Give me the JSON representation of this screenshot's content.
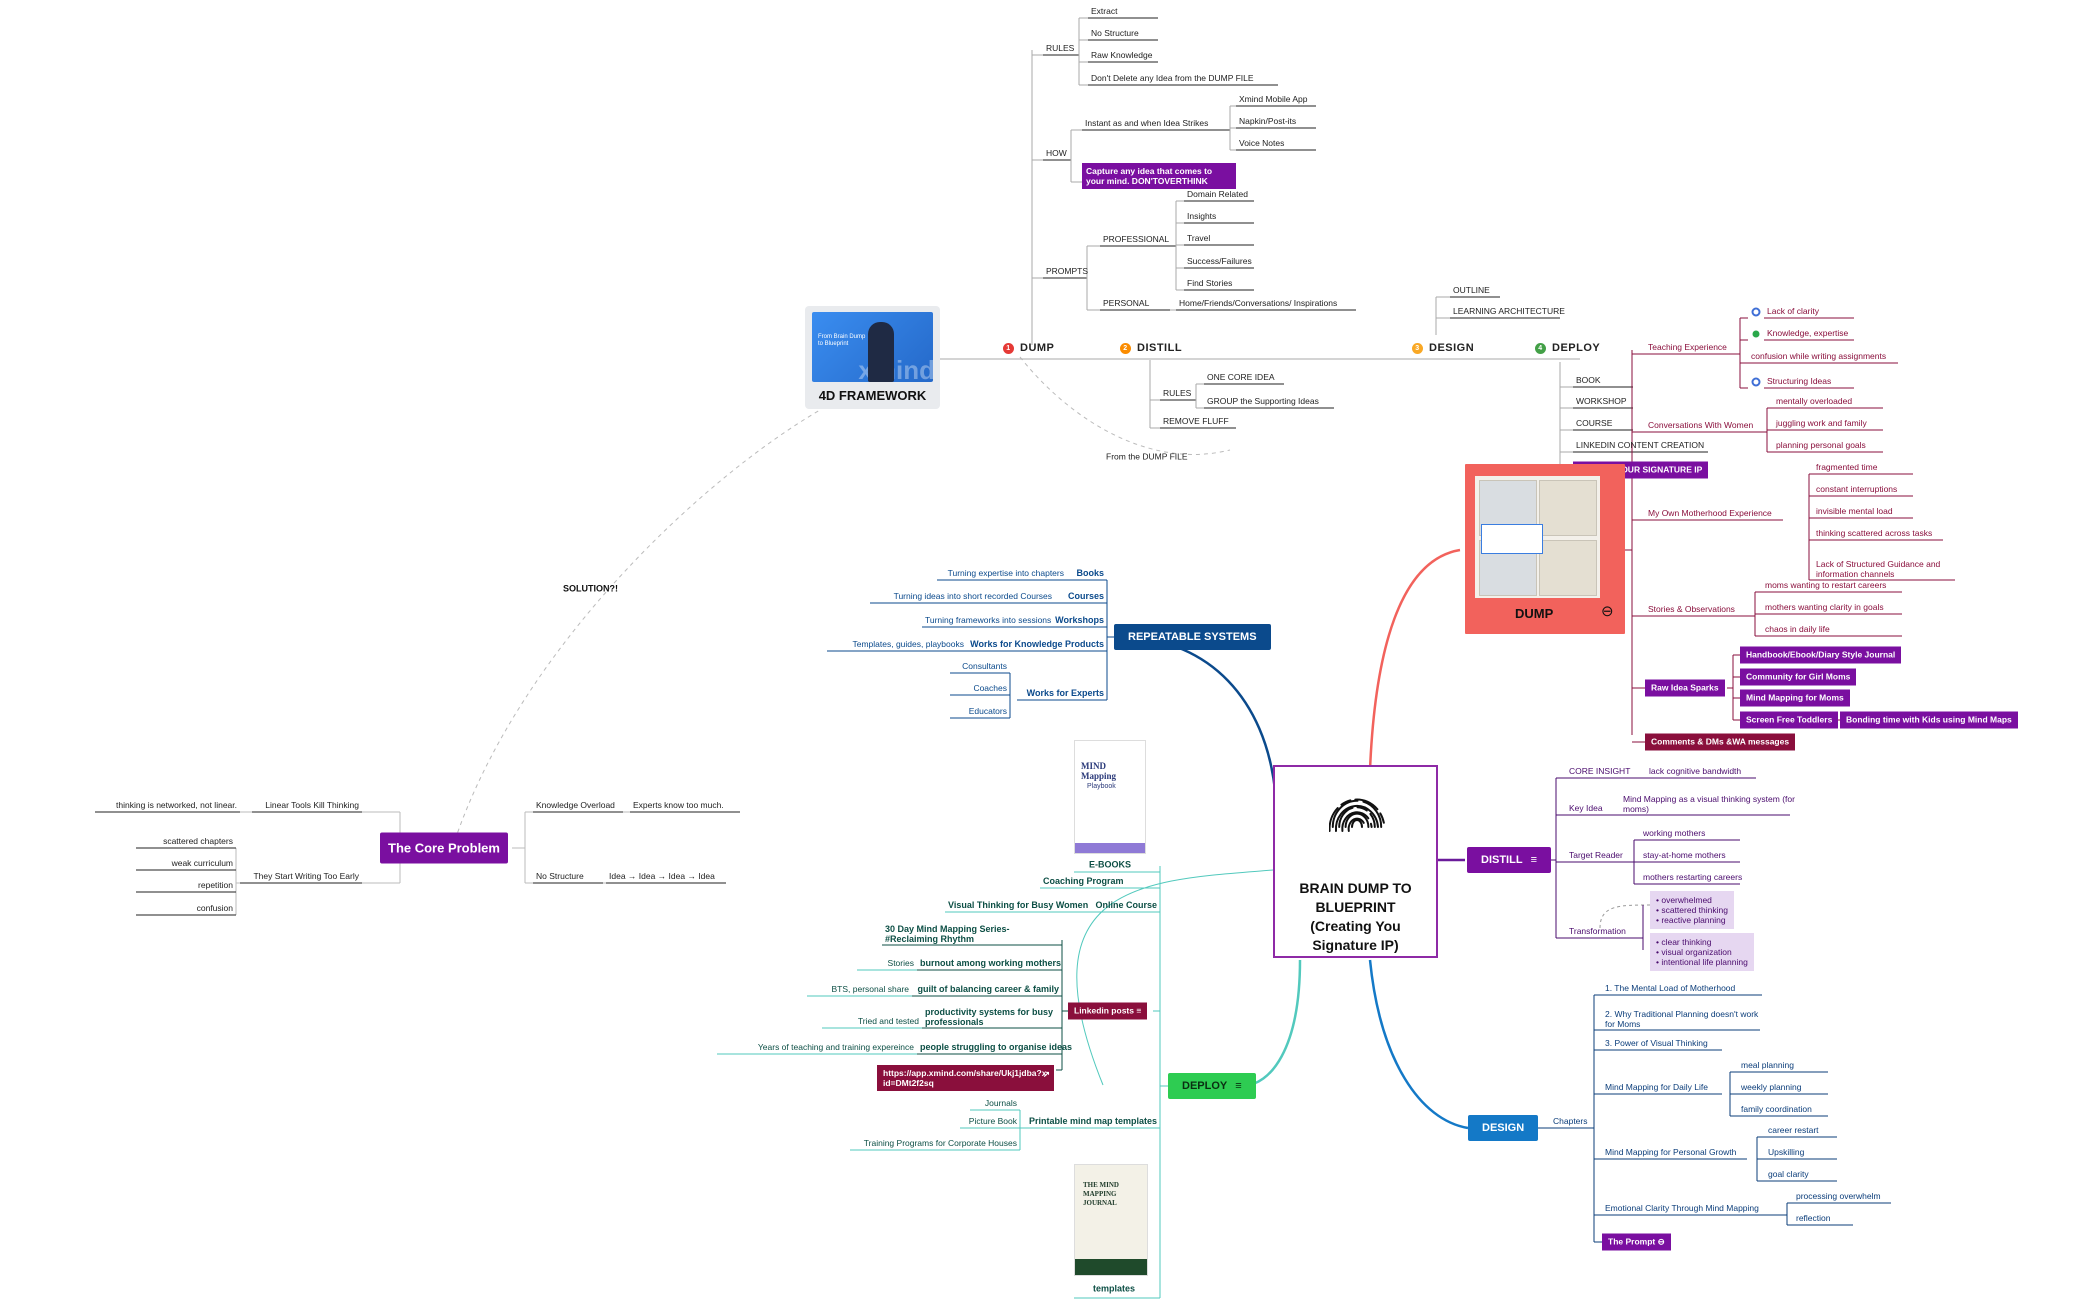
{
  "root": {
    "title": "BRAIN DUMP TO BLUEPRINT (Creating You Signature IP)",
    "icon": "fingerprint-icon"
  },
  "framework": {
    "title": "4D FRAMEWORK",
    "thumbnail_logo": "xmind",
    "thumbnail_title": "From Brain Dump to Blueprint",
    "phases": [
      {
        "num": "1",
        "label": "DUMP",
        "color": "#e53935"
      },
      {
        "num": "2",
        "label": "DISTILL",
        "color": "#fb8c00"
      },
      {
        "num": "3",
        "label": "DESIGN",
        "color": "#f9a825"
      },
      {
        "num": "4",
        "label": "DEPLOY",
        "color": "#43a047"
      }
    ],
    "rules_label": "RULES",
    "rules": [
      "Extract",
      "No Structure",
      "Raw Knowledge",
      "Don't Delete any Idea from the DUMP FILE"
    ],
    "how_label": "HOW",
    "instant_label": "Instant as and when Idea Strikes",
    "instant_items": [
      "Xmind Mobile App",
      "Napkin/Post-its",
      "Voice Notes"
    ],
    "capture_note": "Capture any idea that comes to your mind. DON'TOVERTHINK",
    "prompts_label": "PROMPTS",
    "professional_label": "PROFESSIONAL",
    "professional_items": [
      "Domain Related",
      "Insights",
      "Travel",
      "Success/Failures",
      "Find Stories"
    ],
    "personal_label": "PERSONAL",
    "personal_item": "Home/Friends/Conversations/ Inspirations",
    "distill_rules_label": "RULES",
    "distill_rules": [
      "ONE CORE IDEA",
      "GROUP the Supporting Ideas"
    ],
    "remove_fluff": "REMOVE FLUFF",
    "from_dump": "From the DUMP FILE",
    "design_items": [
      "OUTLINE",
      "LEARNING ARCHITECTURE"
    ],
    "deploy_items": [
      "BOOK",
      "WORKSHOP",
      "COURSE",
      "LINKEDIN CONTENT CREATION"
    ],
    "create_ip": "CREATE YOUR SIGNATURE IP"
  },
  "core_problem": {
    "title": "The Core Problem",
    "solution_label": "SOLUTION?!",
    "linear_tools": "Linear Tools Kill Thinking",
    "networked": "thinking is networked, not linear.",
    "start_early": "They Start Writing Too Early",
    "start_early_items": [
      "scattered chapters",
      "weak curriculum",
      "repetition",
      "confusion"
    ],
    "knowledge_overload": "Knowledge Overload",
    "experts_know": "Experts know too much.",
    "no_structure": "No Structure",
    "idea_chain": "Idea → Idea → Idea → Idea"
  },
  "repeatable": {
    "title": "REPEATABLE SYSTEMS",
    "rows": [
      {
        "label": "Books",
        "desc": "Turning expertise into chapters"
      },
      {
        "label": "Courses",
        "desc": "Turning ideas into short recorded Courses"
      },
      {
        "label": "Workshops",
        "desc": "Turning frameworks into sessions"
      },
      {
        "label": "Works for Knowledge Products",
        "desc": "Templates, guides, playbooks"
      }
    ],
    "experts_label": "Works for Experts",
    "experts": [
      "Consultants",
      "Coaches",
      "Educators"
    ]
  },
  "dump": {
    "title": "DUMP",
    "collapse_icon": "minus-circle-icon",
    "teaching_label": "Teaching Experience",
    "teaching_items": [
      {
        "text": "Lack of clarity",
        "marker": "ring"
      },
      {
        "text": "Knowledge, expertise",
        "marker": "check"
      },
      {
        "text": "confusion while writing assignments",
        "marker": ""
      },
      {
        "text": "Structuring Ideas",
        "marker": "ring"
      }
    ],
    "conversations_label": "Conversations With Women",
    "conversations_items": [
      "mentally overloaded",
      "juggling work and family",
      "planning personal goals"
    ],
    "motherhood_label": "My Own Motherhood Experience",
    "motherhood_items": [
      "fragmented time",
      "constant interruptions",
      "invisible mental load",
      "thinking scattered across tasks",
      "Lack of Structured Guidance and information channels"
    ],
    "stories_label": "Stories & Observations",
    "stories_items": [
      "moms wanting to restart careers",
      "mothers wanting clarity in goals",
      "chaos in daily life"
    ],
    "sparks_label": "Raw Idea Sparks",
    "sparks_items": [
      "Handbook/Ebook/Diary Style Journal",
      "Community for Girl Moms",
      "Mind Mapping for Moms",
      "Screen Free Toddlers"
    ],
    "bonding": "Bonding time with Kids using Mind Maps",
    "comments": "Comments & DMs &WA messages"
  },
  "distill": {
    "title": "DISTILL",
    "core_insight_label": "CORE INSIGHT",
    "core_insight": "lack cognitive bandwidth",
    "key_idea_label": "Key Idea",
    "key_idea": "Mind Mapping as a visual thinking system (for moms)",
    "target_label": "Target Reader",
    "target_items": [
      "working mothers",
      "stay-at-home mothers",
      "mothers restarting careers"
    ],
    "transformation_label": "Transformation",
    "from_items": [
      "overwhelmed",
      "scattered thinking",
      "reactive planning"
    ],
    "to_items": [
      "clear thinking",
      "visual organization",
      "intentional life planning"
    ]
  },
  "design": {
    "title": "DESIGN",
    "chapters_label": "Chapters",
    "ch1": "1. The Mental Load of Motherhood",
    "ch2": "2. Why Traditional Planning doesn't work for Moms",
    "ch3": "3. Power of Visual Thinking",
    "daily_label": "Mind Mapping for Daily Life",
    "daily_items": [
      "meal planning",
      "weekly planning",
      "family coordination"
    ],
    "growth_label": "Mind Mapping for Personal Growth",
    "growth_items": [
      "career restart",
      "Upskilling",
      "goal clarity"
    ],
    "emotional_label": "Emotional Clarity Through Mind Mapping",
    "emotional_items": [
      "processing overwhelm",
      "reflection"
    ],
    "prompt": "The Prompt"
  },
  "deploy": {
    "title": "DEPLOY",
    "ebooks": "E-BOOKS",
    "ebook_cover_title": "MIND Mapping",
    "ebook_cover_sub": "Playbook",
    "coaching": "Coaching Program",
    "online_course": "Online Course",
    "course_desc": "Visual Thinking for Busy Women",
    "linkedin": "Linkedin posts",
    "posts": [
      {
        "text": "30 Day Mind Mapping Series- #Reclaiming Rhythm",
        "desc": ""
      },
      {
        "text": "burnout among working mothers",
        "desc": "Stories"
      },
      {
        "text": "guilt of balancing career & family",
        "desc": "BTS, personal share"
      },
      {
        "text": "productivity systems for busy professionals",
        "desc": "Tried and tested"
      },
      {
        "text": "people struggling to organise ideas",
        "desc": "Years of teaching and training expereince"
      }
    ],
    "link": "https://app.xmind.com/share/Ukj1jdba?xid=DMt2f2sq",
    "printable": "Printable mind map templates",
    "printable_items": [
      "Journals",
      "Picture Book",
      "Training Programs for Corporate Houses"
    ],
    "templates": "templates",
    "journal_cover_title": "THE MIND MAPPING JOURNAL"
  },
  "colors": {
    "navy": "#0b4a8c",
    "red": "#f2625c",
    "purple": "#6a1b9a",
    "blue": "#1479c7",
    "teal": "#52c9bd",
    "green": "#2ecc52",
    "maroon": "#8a0f3c",
    "darkpurple": "#7a0fa0"
  }
}
